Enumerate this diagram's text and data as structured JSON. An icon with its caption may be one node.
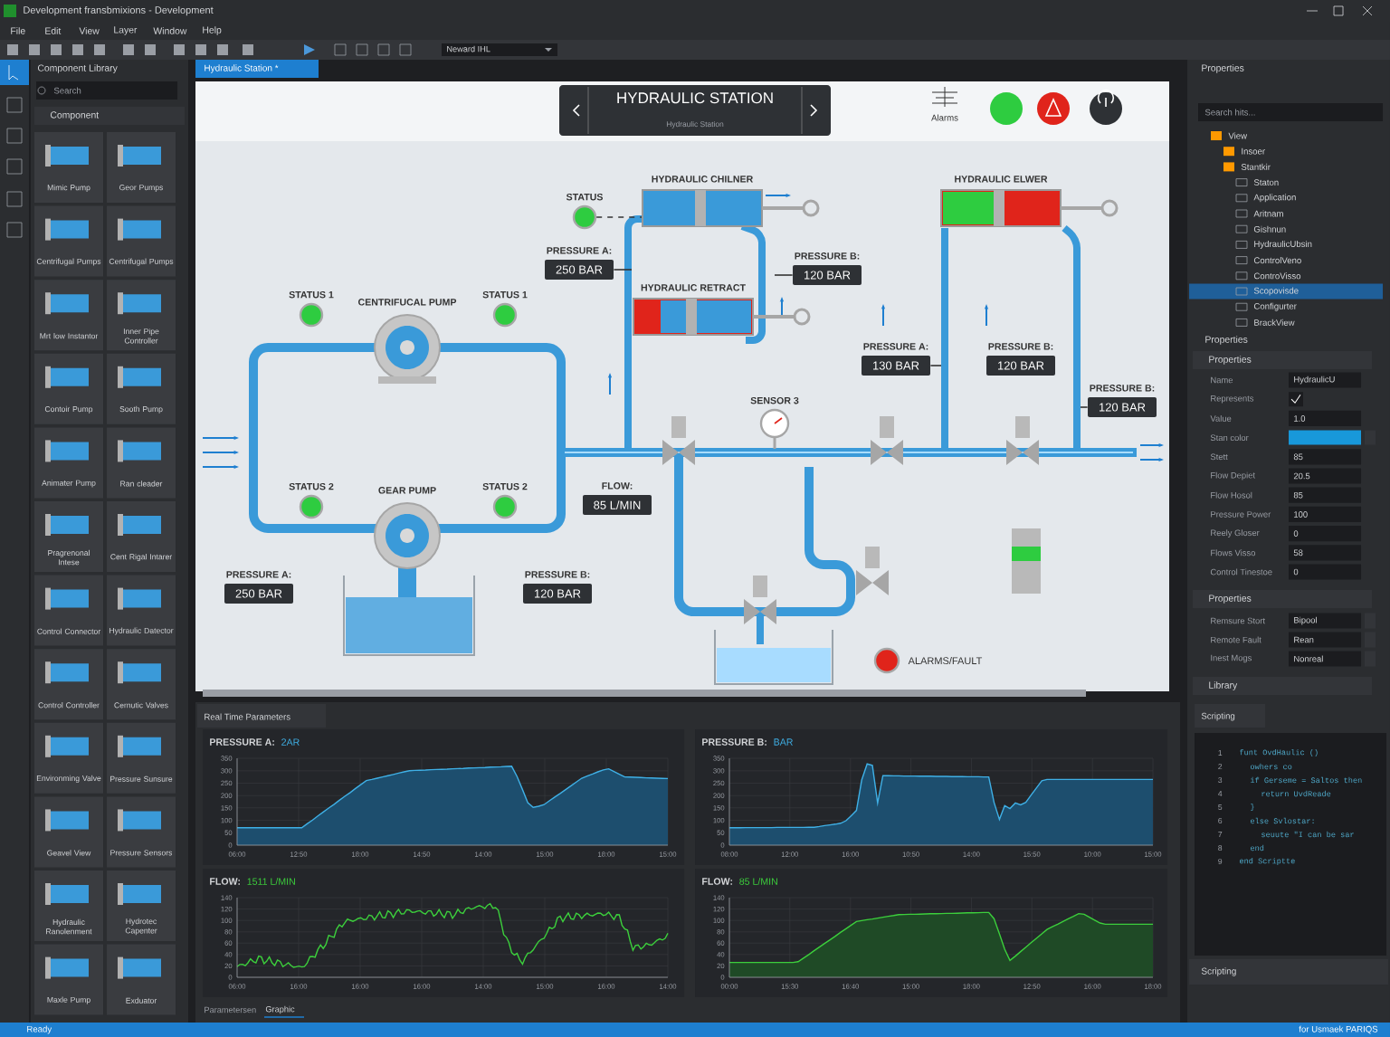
{
  "diagram": {
    "nodes": [
      {
        "text": [
          "HYDRAULIC STATION",
          "Hydraulic Station"
        ]
      },
      {
        "text": [
          "STATUS"
        ]
      },
      {
        "text": [
          "HYDRAULIC CHILNER"
        ]
      },
      {
        "text": [
          "PRESSURE A:",
          "250 BAR"
        ]
      },
      {
        "text": [
          "HYDRAULIC RETRACT"
        ]
      },
      {
        "text": [
          "PRESSURE B:",
          "120 BAR"
        ]
      },
      {
        "text": [
          "CENTRIFUCAL PUMP"
        ]
      },
      {
        "text": [
          "STATUS 1"
        ]
      },
      {
        "text": [
          "STATUS 1"
        ]
      },
      {
        "text": [
          "HYDRAULIC ELWER"
        ]
      },
      {
        "text": [
          "PRESSURE A:",
          "130 BAR"
        ]
      },
      {
        "text": [
          "PRESSURE B:",
          "120 BAR"
        ]
      },
      {
        "text": [
          "PRESSURE B:",
          "120 BAR"
        ]
      },
      {
        "text": [
          "SENSOR 3"
        ]
      },
      {
        "text": [
          "GEAR PUMP"
        ]
      },
      {
        "text": [
          "STATUS 2"
        ]
      },
      {
        "text": [
          "STATUS 2"
        ]
      },
      {
        "text": [
          "FLOW:",
          "85 L/MIN"
        ]
      },
      {
        "text": [
          "PRESSURE A:",
          "250 BAR"
        ]
      },
      {
        "text": [
          "PRESSURE B:",
          "120 BAR"
        ]
      },
      {
        "text": [
          "ALARMS/FAULT"
        ]
      }
    ],
    "edges": [
      {
        "from": 1,
        "to": 2,
        "arrow": "none",
        "style": "dashed"
      },
      {
        "from": 3,
        "to": null,
        "arrow": "none"
      },
      {
        "from": 5,
        "to": null,
        "arrow": "none"
      },
      {
        "from": 10,
        "to": null,
        "arrow": "none"
      },
      {
        "from": 12,
        "to": null,
        "arrow": "none"
      }
    ],
    "labels": [
      "Development fransbmixions - Development",
      "File",
      "Edit",
      "View",
      "Layer",
      "Window",
      "Help",
      "Neward IHL",
      "Component Library",
      "Search",
      "Component",
      "Mimic Pump",
      "Geor Pumps",
      "Centrifugal Pumps",
      "Centrifugal Pumps",
      "Mrt low Instantor",
      "Inner Pipe Controller",
      "Contoir Pump",
      "Sooth Pump",
      "Animater Pump",
      "Ran cleader",
      "Pragrenonal Intese",
      "Cent Rigal Intarer",
      "Control Connector",
      "Hydraulic Datector",
      "Control Controller",
      "Cernutic Valves",
      "Environming Valve",
      "Pressure Sunsure",
      "Geavel View",
      "Pressure Sensors",
      "Hydraulic Ranolenment",
      "Hydrotec Capenter",
      "Maxle Pump",
      "Exduator",
      "Hydraulic Station *",
      "Alarms",
      "Properties",
      "Search hits...",
      "View",
      "Insoer",
      "Stantkir",
      "Staton",
      "Application",
      "Aritnam",
      "Gishnun",
      "HydraulicUbsin",
      "ControlVeno",
      "ControVisso",
      "Scopovisde",
      "Configurter",
      "BrackView",
      "Properties",
      "Properties",
      "Name",
      "HydraulicU",
      "Represents",
      "Value",
      "1.0",
      "Stan color",
      "Stett",
      "85",
      "Flow Depiet",
      "20.5",
      "Flow Hosol",
      "85",
      "Pressure Power",
      "100",
      "Reely Gloser",
      "0",
      "Flows Visso",
      "58",
      "Control Tinestoe",
      "0",
      "Properties",
      "Remsure Stort",
      "Bipool",
      "Remote Fault",
      "Rean",
      "Inest Mogs",
      "Nonreal",
      "Library",
      "Real Time Parameters",
      "PRESSURE A:",
      "2AR",
      "350",
      "300",
      "250",
      "200",
      "150",
      "100",
      "50",
      "0",
      "06:00",
      "12:50",
      "18:00",
      "14:50",
      "14:00",
      "15:00",
      "18:00",
      "15:00",
      "PRESSURE B:",
      "BAR",
      "350",
      "300",
      "250",
      "200",
      "150",
      "100",
      "50",
      "0",
      "08:00",
      "12:00",
      "16:00",
      "10:50",
      "14:00",
      "15:50",
      "10:00",
      "15:00",
      "FLOW:",
      "1511 L/MIN",
      "140",
      "120",
      "100",
      "80",
      "60",
      "40",
      "20",
      "0",
      "06:00",
      "16:00",
      "16:00",
      "16:00",
      "14:00",
      "15:00",
      "16:00",
      "14:00",
      "FLOW:",
      "85 L/MIN",
      "140",
      "120",
      "100",
      "80",
      "60",
      "40",
      "20",
      "0",
      "00:00",
      "15:30",
      "16:40",
      "15:00",
      "18:00",
      "12:50",
      "16:00",
      "18:00",
      "Parametersen",
      "Graphic",
      "Scripting",
      "1",
      "funt OvdHaulic ()",
      "2",
      "owhers co",
      "3",
      "if Gerseme = Saltos then",
      "4",
      "return UvdReade",
      "5",
      "}",
      "6",
      "else Svlostar:",
      "7",
      "seuute \"I can be sar",
      "8",
      "end",
      "9",
      "end Scriptte",
      "Scripting",
      "Ready",
      "for Usmaek PARIQS"
    ]
  }
}
